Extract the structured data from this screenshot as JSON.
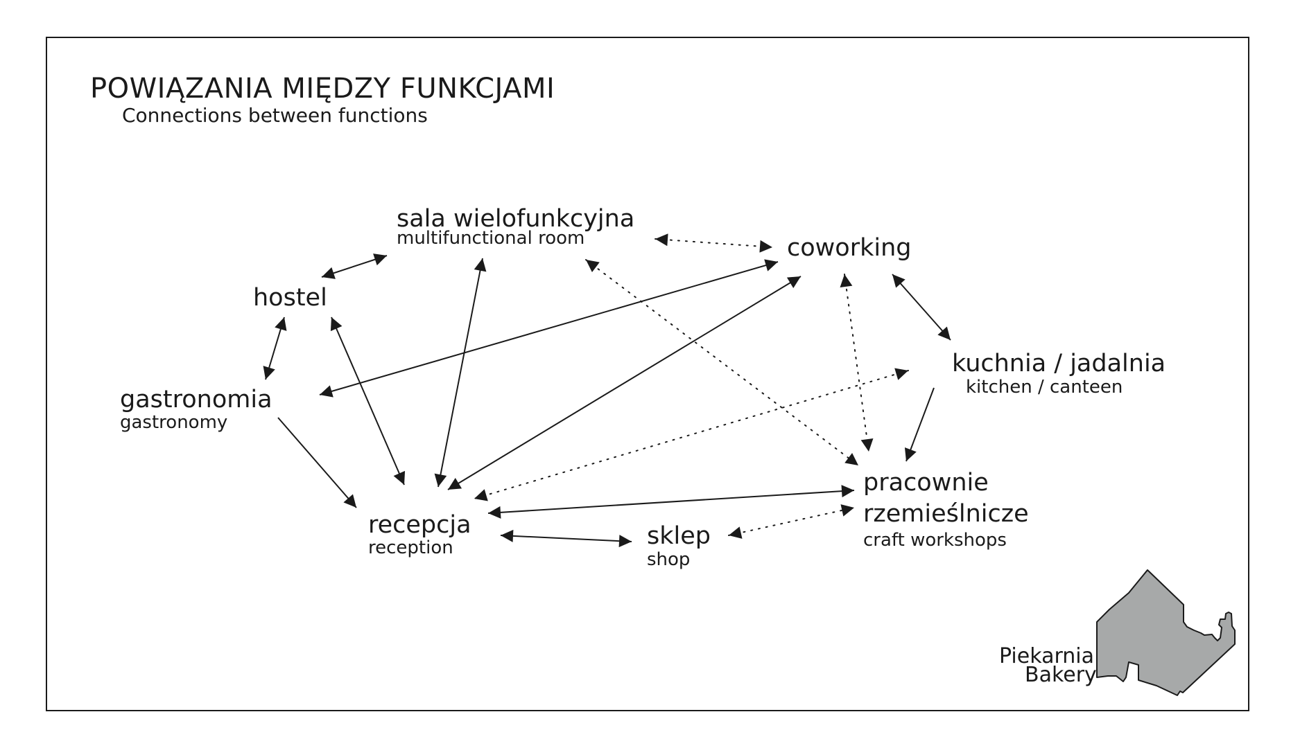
{
  "title": "POWIĄZANIA MIĘDZY FUNKCJAMI",
  "subtitle": "Connections between functions",
  "nodes": {
    "sala": {
      "name": "sala wielofunkcyjna",
      "sub": "multifunctional room"
    },
    "coworking": {
      "name": "coworking"
    },
    "hostel": {
      "name": "hostel"
    },
    "kuchnia": {
      "name": "kuchnia / jadalnia",
      "sub": "kitchen / canteen"
    },
    "gastronomia": {
      "name": "gastronomia",
      "sub": "gastronomy"
    },
    "pracownie": {
      "name_line1": "pracownie",
      "name_line2": "rzemieślnicze",
      "sub": "craft workshops"
    },
    "recepcja": {
      "name": "recepcja",
      "sub": "reception"
    },
    "sklep": {
      "name": "sklep",
      "sub": "shop"
    }
  },
  "connections": [
    {
      "from": "hostel",
      "to": "sala",
      "style": "solid",
      "directed": "both"
    },
    {
      "from": "hostel",
      "to": "gastronomia",
      "style": "solid",
      "directed": "both"
    },
    {
      "from": "hostel",
      "to": "recepcja",
      "style": "solid",
      "directed": "both"
    },
    {
      "from": "sala",
      "to": "recepcja",
      "style": "solid",
      "directed": "both"
    },
    {
      "from": "sala",
      "to": "coworking",
      "style": "dotted",
      "directed": "both"
    },
    {
      "from": "sala",
      "to": "pracownie",
      "style": "dotted",
      "directed": "both"
    },
    {
      "from": "coworking",
      "to": "gastronomia",
      "style": "solid",
      "directed": "both"
    },
    {
      "from": "coworking",
      "to": "recepcja",
      "style": "solid",
      "directed": "both"
    },
    {
      "from": "coworking",
      "to": "pracownie",
      "style": "dotted",
      "directed": "both"
    },
    {
      "from": "coworking",
      "to": "kuchnia",
      "style": "solid",
      "directed": "both"
    },
    {
      "from": "kuchnia",
      "to": "recepcja",
      "style": "dotted",
      "directed": "both"
    },
    {
      "from": "kuchnia",
      "to": "pracownie",
      "style": "solid",
      "directed": "one-way"
    },
    {
      "from": "gastronomia",
      "to": "recepcja",
      "style": "solid",
      "directed": "one-way"
    },
    {
      "from": "recepcja",
      "to": "pracownie",
      "style": "solid",
      "directed": "both"
    },
    {
      "from": "recepcja",
      "to": "sklep",
      "style": "solid",
      "directed": "both"
    },
    {
      "from": "sklep",
      "to": "pracownie",
      "style": "dotted",
      "directed": "both"
    }
  ],
  "bakery": {
    "line1": "Piekarnia",
    "line2": "Bakery",
    "fill": "#a7a9a9"
  },
  "colors": {
    "ink": "#1a1a1a",
    "background": "#ffffff"
  }
}
